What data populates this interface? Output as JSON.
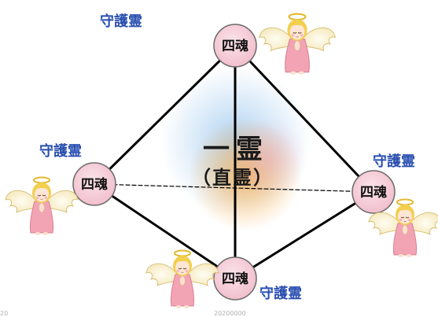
{
  "nodes": {
    "top": "四魂",
    "left": "四魂",
    "right": "四魂",
    "bottom": "四魂"
  },
  "guardians": {
    "top": "守護霊",
    "left": "守護霊",
    "right": "守護霊",
    "bottom": "守護霊"
  },
  "center": {
    "main": "一霊",
    "sub": "（直霊）"
  },
  "footer": {
    "left": "20",
    "center": "20200000"
  },
  "colors": {
    "guardian_text": "#2a4fb0",
    "node_fill": "#f6cfd9",
    "node_stroke": "#6b6b6b",
    "edge": "#000000",
    "glow_blue": "#9ec8ee",
    "glow_orange": "#f5b35a"
  },
  "icons": [
    "angel-icon"
  ]
}
